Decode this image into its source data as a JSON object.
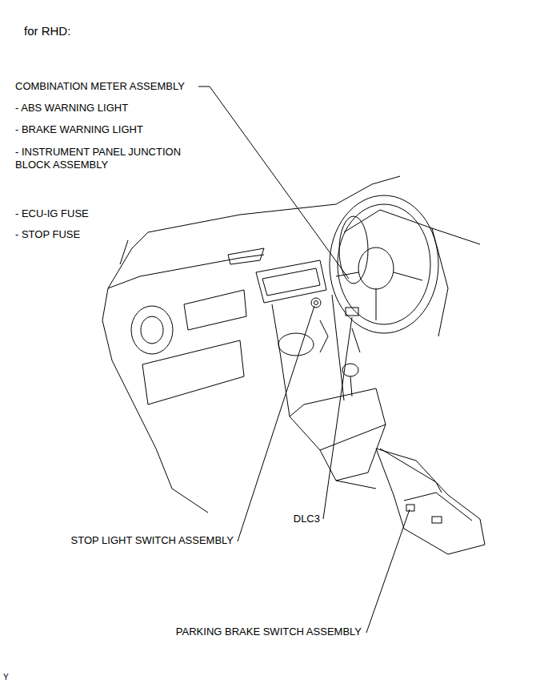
{
  "diagram": {
    "title": "for RHD:",
    "labels": [
      "COMBINATION METER ASSEMBLY",
      "- ABS WARNING LIGHT",
      "- BRAKE WARNING LIGHT",
      "- INSTRUMENT PANEL JUNCTION BLOCK ASSEMBLY",
      "- ECU-IG FUSE",
      "- STOP FUSE",
      "STOP LIGHT SWITCH ASSEMBLY",
      "DLC3",
      "PARKING BRAKE SWITCH ASSEMBLY",
      "Y"
    ]
  }
}
